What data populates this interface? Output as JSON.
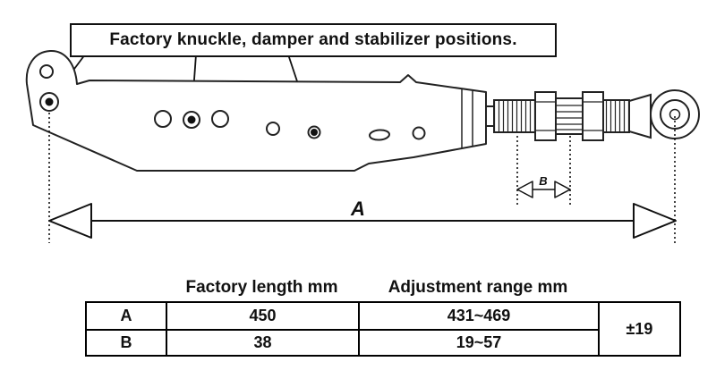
{
  "diagram": {
    "callout_label": "Factory knuckle, damper and stabilizer positions.",
    "dim_a_label": "A",
    "dim_b_label": "B"
  },
  "table": {
    "col_headers": [
      "Factory length mm",
      "Adjustment range mm"
    ],
    "rows": [
      {
        "label": "A",
        "factory_length": "450",
        "adjustment_range": "431~469"
      },
      {
        "label": "B",
        "factory_length": "38",
        "adjustment_range": "19~57"
      }
    ],
    "tolerance": "±19"
  }
}
